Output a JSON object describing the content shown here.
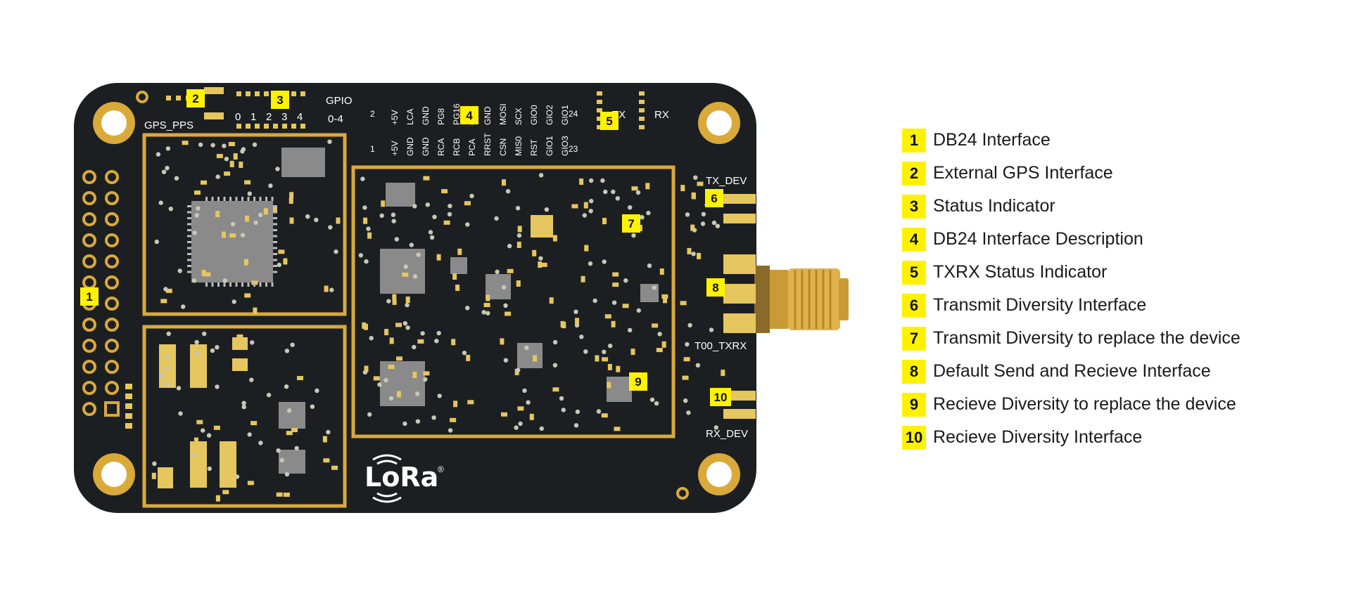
{
  "board": {
    "labels": {
      "gps_pps": "GPS_PPS",
      "gpio": "GPIO",
      "gpio_range": "0-4",
      "gpio_digits": [
        "0",
        "1",
        "2",
        "3",
        "4"
      ],
      "tx": "TX",
      "rx": "RX",
      "tx_dev": "TX_DEV",
      "t00_txrx": "T00_TXRX",
      "rx_dev": "RX_DEV",
      "pin_2": "2",
      "pin_1": "1",
      "pin_24": "24",
      "pin_23": "23",
      "logo": "LoRa",
      "logo_mark": "®"
    },
    "top_pins": [
      "+5V",
      "LCA",
      "GND",
      "PG8",
      "PG16",
      "GND",
      "GND",
      "MOSI",
      "SCX",
      "GIO0",
      "GIO2",
      "GIO1"
    ],
    "bottom_pins": [
      "+5V",
      "GND",
      "GND",
      "RCA",
      "RCB",
      "PCA",
      "RRST",
      "CSN",
      "MIS0",
      "RST",
      "GIO1",
      "GIO3"
    ],
    "markers": [
      "1",
      "2",
      "3",
      "4",
      "5",
      "6",
      "7",
      "8",
      "9",
      "10"
    ]
  },
  "legend": [
    {
      "num": "1",
      "text": "DB24 Interface"
    },
    {
      "num": "2",
      "text": "External GPS Interface"
    },
    {
      "num": "3",
      "text": "Status Indicator"
    },
    {
      "num": "4",
      "text": "DB24 Interface Description"
    },
    {
      "num": "5",
      "text": "TXRX Status Indicator"
    },
    {
      "num": "6",
      "text": "Transmit Diversity Interface"
    },
    {
      "num": "7",
      "text": "Transmit Diversity to replace the device"
    },
    {
      "num": "8",
      "text": "Default Send and Recieve Interface"
    },
    {
      "num": "9",
      "text": "Recieve Diversity to replace the device"
    },
    {
      "num": "10",
      "text": "Recieve Diversity Interface"
    }
  ],
  "colors": {
    "pcb": "#1c1f22",
    "gold": "#d9a93a",
    "pad": "#e6c65e",
    "chip": "#8a8a8a",
    "marker": "#fff200"
  }
}
